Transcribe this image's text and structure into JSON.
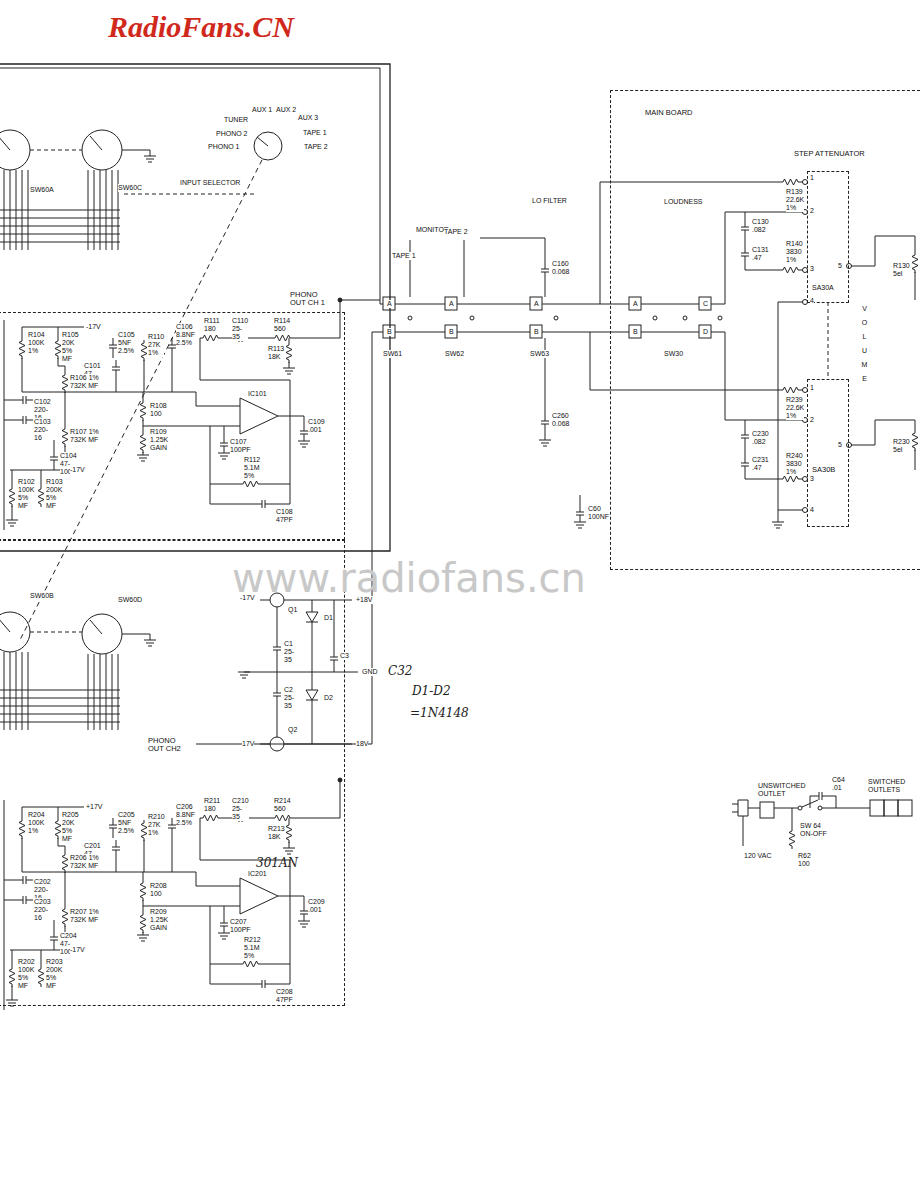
{
  "diagram": {
    "nodes": [
      {
        "text": [
          "MAIN BOARD"
        ]
      },
      {
        "text": [
          "STEP ATTENUATOR",
          "SA30A"
        ],
        "in": 0
      },
      {
        "text": [
          "SA30B"
        ],
        "in": 0
      },
      {
        "text": [
          "PHONO OUT CH 1"
        ]
      },
      {
        "text": [
          "PHONO OUT CH2"
        ]
      }
    ],
    "labels": [
      "RadioFans.CN",
      "www.radiofans.cn",
      "SW60A",
      "SW60C",
      "INPUT SELECTOR",
      "TUNER",
      "AUX 1",
      "AUX 2",
      "AUX 3",
      "PHONO 2",
      "TAPE 1",
      "PHONO 1",
      "TAPE 2",
      "MONITOR",
      "TAPE 1",
      "TAPE 2",
      "LO FILTER",
      "LOUDNESS",
      "R139 22.6K 1%",
      "C130 .082",
      "C131 .47",
      "R140 3830 1%",
      "1",
      "2",
      "3",
      "4",
      "5",
      "VOLUME",
      "R130 5el",
      "R239 22.6K 1%",
      "C230 .082",
      "C231 .47",
      "R240 3830 1%",
      "1",
      "2",
      "3",
      "4",
      "5",
      "R230 5el",
      "A",
      "B",
      "SW61",
      "A",
      "B",
      "SW62",
      "A",
      "B",
      "SW63",
      "A",
      "B",
      "C",
      "D",
      "SW30",
      "C160 0.068",
      "C260 0.068",
      "C60 100NF",
      "-17V",
      "R104 100K 1%",
      "R105 20K 5% MF",
      "C105 5NF 2.5%",
      "C106 8.8NF 2.5%",
      "R110 27K 1%",
      "R111 180",
      "C110 25-35",
      "R114 560",
      "R113 18K",
      "C101 47-100",
      "R106 1% 732K MF",
      "C102 220-16",
      "C103 220-16",
      "R107 1% 732K MF",
      "R108 100",
      "R109 1.25K GAIN",
      "IC101",
      "C109 .001",
      "C107 100PF",
      "R112 5.1M 5%",
      "C108 47PF",
      "C104 47-100",
      "R102 100K 5% MF",
      "R103 200K 5% MF",
      "-17V",
      "-17V",
      "+18V",
      "Q1",
      "D1",
      "C1 25-35",
      "C3",
      "GND",
      "C32",
      "C2 25-35",
      "D2",
      "17V",
      "Q2",
      "18V",
      "D1-D2",
      "=1N4148",
      "SW60B",
      "SW60D",
      "+17V",
      "R204 100K 1%",
      "R205 20K 5% MF",
      "C205 5NF 2.5%",
      "C206 8.8NF 2.5%",
      "R210 27K 1%",
      "R211 180",
      "C210 25-35",
      "R214 560",
      "R213 18K",
      "C201 47-100",
      "R206 1% 732K MF",
      "C202 220-16",
      "C203 220-16",
      "R207 1% 732K MF",
      "R208 100",
      "R209 1.25K GAIN",
      "301AN",
      "IC201",
      "C209 .001",
      "C207 100PF",
      "R212 5.1M 5%",
      "C208 47PF",
      "C204 47-100",
      "R202 100K 5% MF",
      "R203 200K 5% MF",
      "-17V",
      "C64 .01",
      "UNSWITCHED OUTLET",
      "SWITCHED OUTLETS",
      "SW 64 ON-OFF",
      "R62 100",
      "120 VAC"
    ]
  }
}
